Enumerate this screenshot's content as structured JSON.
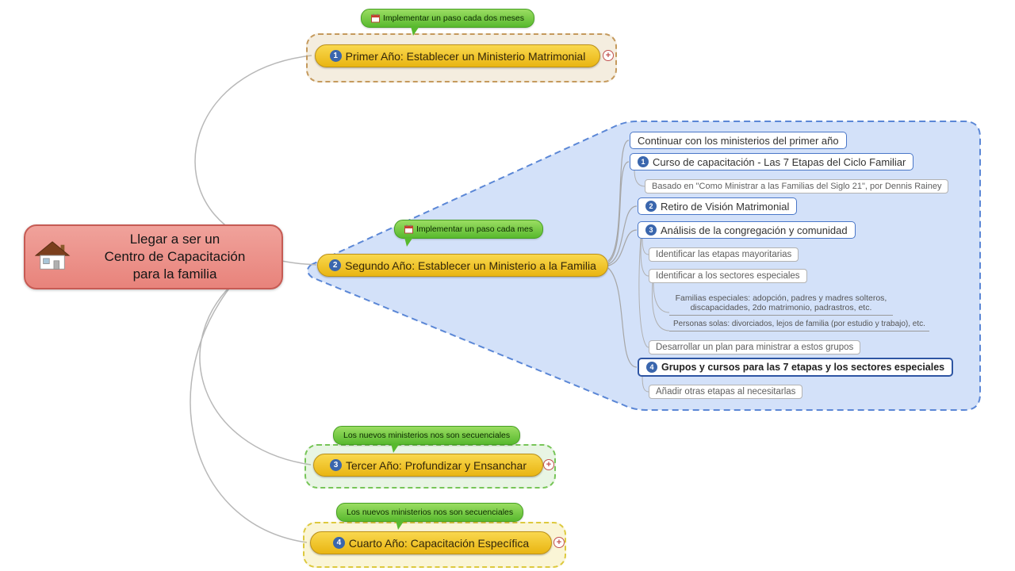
{
  "root": {
    "label": "Llegar a ser un\nCentro de Capacitación\npara la familia"
  },
  "ui": {
    "expander": "+"
  },
  "branches": {
    "primer": {
      "number": "1",
      "label": "Primer Año: Establecer un Ministerio Matrimonial",
      "callout": "Implementar un paso cada dos meses"
    },
    "segundo": {
      "number": "2",
      "label": "Segundo Año: Establecer un Ministerio a la Familia",
      "callout": "Implementar un paso cada mes"
    },
    "tercer": {
      "number": "3",
      "label": "Tercer Año: Profundizar y Ensanchar",
      "callout": "Los nuevos ministerios nos son secuenciales"
    },
    "cuarto": {
      "number": "4",
      "label": "Cuarto Año: Capacitación Específica",
      "callout": "Los nuevos ministerios nos son secuenciales"
    }
  },
  "segundo_children": {
    "continuar": {
      "label": "Continuar con los ministerios del primer año"
    },
    "curso": {
      "number": "1",
      "label": "Curso de capacitación - Las 7 Etapas del Ciclo Familiar"
    },
    "basado": {
      "label": "Basado en \"Como Ministrar a las Familias del Siglo 21\", por Dennis Rainey"
    },
    "retiro": {
      "number": "2",
      "label": "Retiro de Visión Matrimonial"
    },
    "analisis": {
      "number": "3",
      "label": "Análisis de la congregación y comunidad"
    },
    "identificar_etapas": {
      "label": "Identificar las etapas mayoritarias"
    },
    "identificar_sectores": {
      "label": "Identificar a los sectores especiales"
    },
    "familias": {
      "label": "Familias especiales: adopción, padres y madres solteros,\ndiscapacidades, 2do matrimonio, padrastros, etc."
    },
    "personas": {
      "label": "Personas solas: divorciados, lejos de familia (por estudio y trabajo), etc."
    },
    "desarrollar": {
      "label": "Desarrollar un plan para ministrar a estos grupos"
    },
    "grupos": {
      "number": "4",
      "label": "Grupos y cursos para las 7 etapas y los sectores especiales"
    },
    "anadir": {
      "label": "Añadir otras etapas al necesitarlas"
    }
  },
  "colors": {
    "root_fill": "#e8837b",
    "topic_fill": "#eab912",
    "boundary_blue": "#5b87d6",
    "boundary_tan": "#c59a5d",
    "boundary_green": "#77c558",
    "boundary_yellow": "#ddc93e",
    "callout_green": "#58b92e",
    "child_border_blue": "#4a77c8",
    "badge_blue": "#3a66ad",
    "expander_red": "#c0504d"
  }
}
